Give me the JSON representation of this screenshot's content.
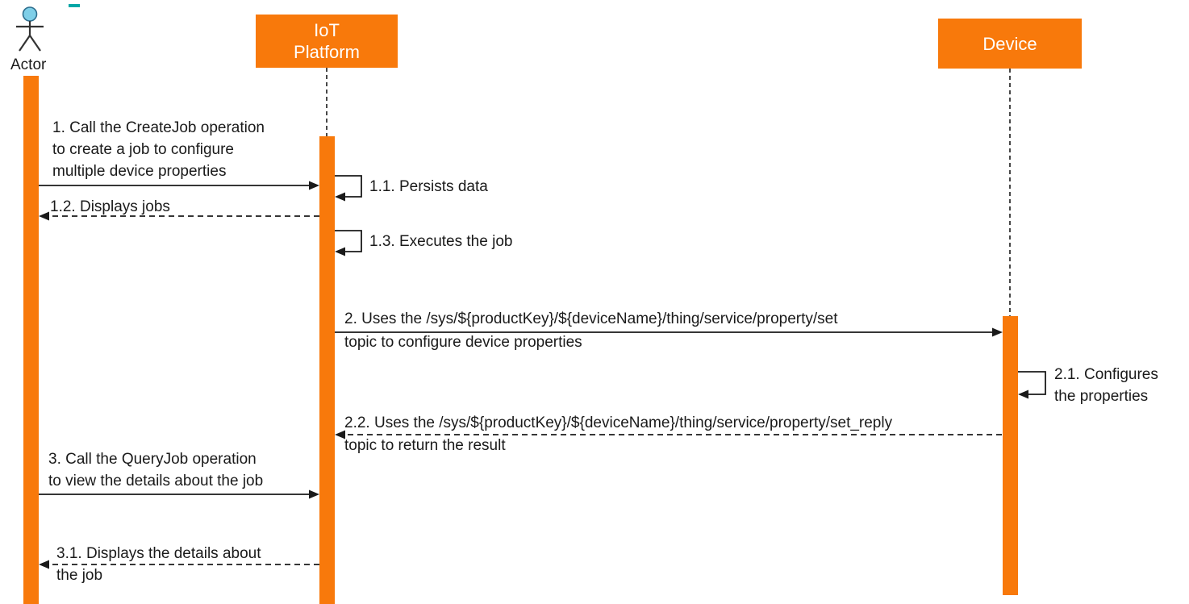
{
  "colors": {
    "accent": "#F8790B",
    "actor_head": "#7FCFE8",
    "text": "#1A1A1A",
    "mark_teal": "#00A6A6"
  },
  "lifelines": {
    "actor": {
      "label": "Actor"
    },
    "platform": {
      "label": "IoT\nPlatform"
    },
    "device": {
      "label": "Device"
    }
  },
  "messages": {
    "m1": {
      "line1": "1. Call the CreateJob operation",
      "line2": "to create a job to configure",
      "line3": "multiple device properties"
    },
    "m1_1": {
      "line1": "1.1. Persists data"
    },
    "m1_2": {
      "line1": "1.2. Displays jobs"
    },
    "m1_3": {
      "line1": "1.3. Executes the job"
    },
    "m2": {
      "line1": "2. Uses the /sys/${productKey}/${deviceName}/thing/service/property/set",
      "line2": "topic to configure device properties"
    },
    "m2_1": {
      "line1": "2.1. Configures",
      "line2": "the properties"
    },
    "m2_2": {
      "line1": "2.2. Uses the /sys/${productKey}/${deviceName}/thing/service/property/set_reply",
      "line2": "topic to return the result"
    },
    "m3": {
      "line1": "3. Call the QueryJob operation",
      "line2": "to view the details about the job"
    },
    "m3_1": {
      "line1": "3.1. Displays the details about",
      "line2": "the job"
    }
  }
}
